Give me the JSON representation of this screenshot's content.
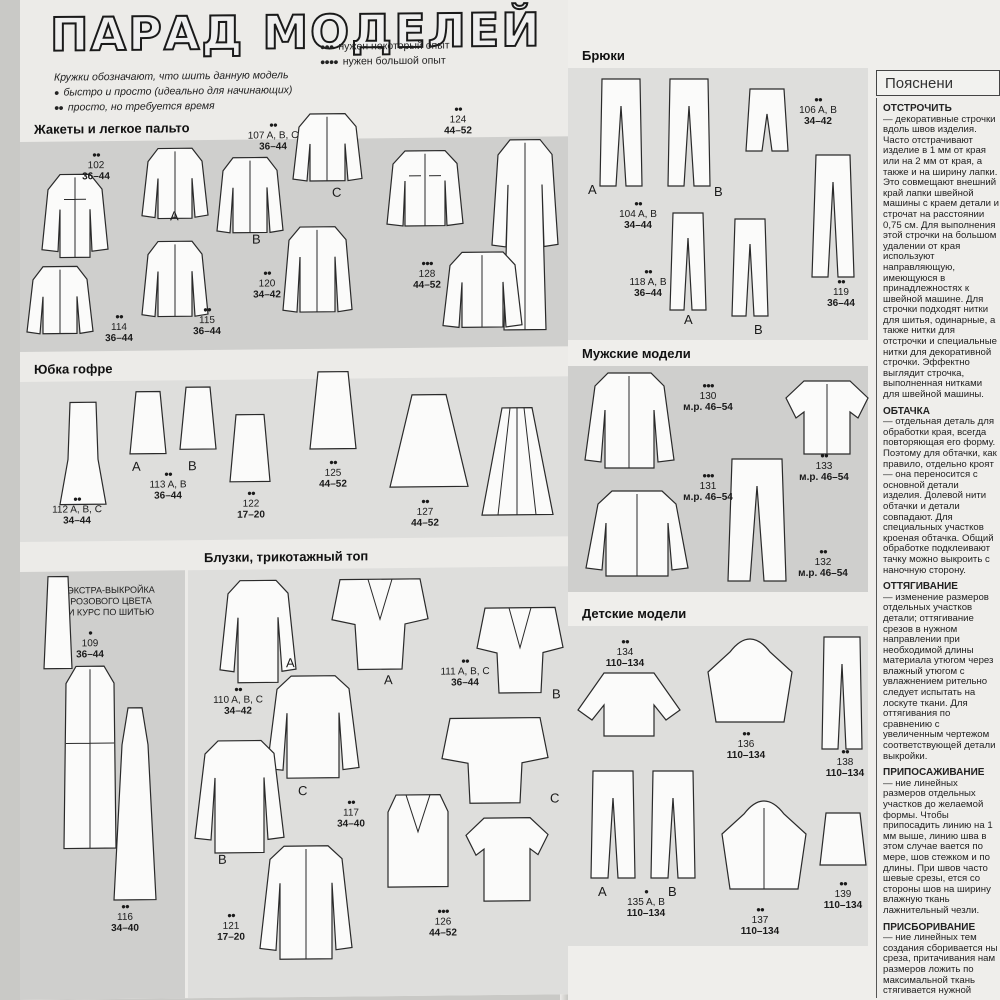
{
  "title": "ПАРАД МОДЕЛЕЙ",
  "legend": {
    "intro": "Кружки обозначают, что шить данную модель",
    "items": [
      {
        "dots": "●",
        "text": "быстро и просто (идеально для начинающих)"
      },
      {
        "dots": "●●",
        "text": "просто, но требуется время"
      },
      {
        "dots": "●●●",
        "text": "нужен некоторый опыт"
      },
      {
        "dots": "●●●●",
        "text": "нужен большой опыт"
      }
    ]
  },
  "sections": {
    "jackets": "Жакеты и легкое пальто",
    "skirts": "Юбка гофре",
    "blouses": "Блузки, трикотажный топ",
    "trousers": "Брюки",
    "men": "Мужские модели",
    "kids": "Детские модели"
  },
  "extra_note": "ЭКСТРА-ВЫКРОЙКА РОЗОВОГО ЦВЕТА И КУРС ПО ШИТЬЮ",
  "models": [
    {
      "dots": "●●",
      "num": "102",
      "size": "36–44"
    },
    {
      "dots": "●●",
      "num": "107 A, B, C",
      "size": "36–44"
    },
    {
      "dots": "●●",
      "num": "124",
      "size": "44–52"
    },
    {
      "dots": "●●",
      "num": "114",
      "size": "36–44"
    },
    {
      "dots": "●●",
      "num": "115",
      "size": "36–44"
    },
    {
      "dots": "●●",
      "num": "120",
      "size": "34–42"
    },
    {
      "dots": "●●●",
      "num": "128",
      "size": "44–52"
    },
    {
      "dots": "●●",
      "num": "112 A, B, C",
      "size": "34–44"
    },
    {
      "dots": "●●",
      "num": "113 A, B",
      "size": "36–44"
    },
    {
      "dots": "●●",
      "num": "122",
      "size": "17–20"
    },
    {
      "dots": "●●",
      "num": "125",
      "size": "44–52"
    },
    {
      "dots": "●●",
      "num": "127",
      "size": "44–52"
    },
    {
      "dots": "●",
      "num": "109",
      "size": "36–44"
    },
    {
      "dots": "●●",
      "num": "110 A, B, C",
      "size": "34–42"
    },
    {
      "dots": "●●",
      "num": "111 A, B, C",
      "size": "36–44"
    },
    {
      "dots": "●●",
      "num": "117",
      "size": "34–40"
    },
    {
      "dots": "●●",
      "num": "121",
      "size": "17–20"
    },
    {
      "dots": "●●●",
      "num": "126",
      "size": "44–52"
    },
    {
      "dots": "●●",
      "num": "116",
      "size": "34–40"
    },
    {
      "dots": "●●",
      "num": "106 A, B",
      "size": "34–42"
    },
    {
      "dots": "●●",
      "num": "104 A, B",
      "size": "34–44"
    },
    {
      "dots": "●●",
      "num": "118 A, B",
      "size": "36–44"
    },
    {
      "dots": "●●",
      "num": "119",
      "size": "36–44"
    },
    {
      "dots": "●●●",
      "num": "130",
      "size": "м.р. 46–54"
    },
    {
      "dots": "●●",
      "num": "133",
      "size": "м.р. 46–54"
    },
    {
      "dots": "●●●",
      "num": "131",
      "size": "м.р. 46–54"
    },
    {
      "dots": "●●",
      "num": "132",
      "size": "м.р. 46–54"
    },
    {
      "dots": "●●",
      "num": "134",
      "size": "110–134"
    },
    {
      "dots": "●●",
      "num": "136",
      "size": "110–134"
    },
    {
      "dots": "●●",
      "num": "138",
      "size": "110–134"
    },
    {
      "dots": "●",
      "num": "135 A, B",
      "size": "110–134"
    },
    {
      "dots": "●●",
      "num": "137",
      "size": "110–134"
    },
    {
      "dots": "●●",
      "num": "139",
      "size": "110–134"
    }
  ],
  "variant_labels": {
    "a": "A",
    "b": "B",
    "c": "C"
  },
  "explain": {
    "heading": "Пояснени",
    "entries": [
      {
        "term": "ОТСТРОЧИТЬ",
        "text": "— декоративные строчки вдоль швов изделия. Часто отстрачивают изделие в 1 мм от края или на 2 мм от края, а также и на ширину лапки. Это совмещают внешний край лапки швейной машины с краем детали и строчат на расстоянии 0,75 см. Для выполнения этой строчки на большом удалении от края используют направляющую, имеющуюся в принадлежностях к швейной машине. Для строчки подходят нитки для шитья, одинарные, а также нитки для отстрочки и специальные нитки для декоративной строчки. Эффектно выглядит строчка, выполненная нитками для швейной машины."
      },
      {
        "term": "ОБТАЧКА",
        "text": "— отдельная деталь для обработки края, всегда повторяющая его форму. Поэтому для обтачки, как правило, отдельно кроят — она переносится с основной детали изделия. Долевой нити обтачки и детали совпадают. Для специальных участков кроеная обтачка. Общий обработке подклеивают тачку можно выкроить с наночную сторону."
      },
      {
        "term": "ОТТЯГИВАНИЕ",
        "text": "— изменение размеров отдельных участков детали; оттягивание срезов в нужном направлении при необходимой длины материала утюгом через влажный утюгом с увлажнением рительно следует испытать на лоскуте ткани. Для оттягивания по сравнению с увеличенным чертежом соответствующей детали выкройки."
      },
      {
        "term": "ПРИПОСАЖИВАНИЕ",
        "text": "— ние линейных размеров отдельных участков до желаемой формы. Чтобы припосадить линию на 1 мм выше, линию шва в этом случае вается по мере, шов стежком и по длины. При швов часто шевые срезы, ется со стороны шов на ширину влажную ткань лажнительный чезли."
      },
      {
        "term": "ПРИСБОРИВАНИЕ",
        "text": "— ние линейных тем создания сборивается ны среза, притачивания нам размеров ложить по максимальной ткань стягивается нужной длины тать вокруг."
      }
    ]
  }
}
